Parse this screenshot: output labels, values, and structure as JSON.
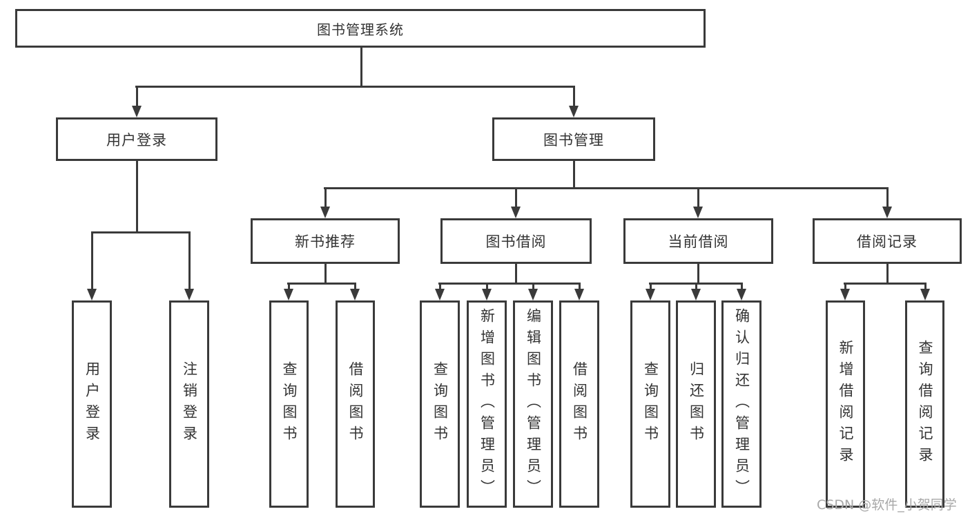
{
  "tree": {
    "label": "图书管理系统",
    "children": [
      {
        "label": "用户登录",
        "children": [
          {
            "label": "用户登录"
          },
          {
            "label": "注销登录"
          }
        ]
      },
      {
        "label": "图书管理",
        "children": [
          {
            "label": "新书推荐",
            "children": [
              {
                "label": "查询图书"
              },
              {
                "label": "借阅图书"
              }
            ]
          },
          {
            "label": "图书借阅",
            "children": [
              {
                "label": "查询图书"
              },
              {
                "label": "新增图书（管理员）"
              },
              {
                "label": "编辑图书（管理员）"
              },
              {
                "label": "借阅图书"
              }
            ]
          },
          {
            "label": "当前借阅",
            "children": [
              {
                "label": "查询图书"
              },
              {
                "label": "归还图书"
              },
              {
                "label": "确认归还（管理员）"
              }
            ]
          },
          {
            "label": "借阅记录",
            "children": [
              {
                "label": "新增借阅记录"
              },
              {
                "label": "查询借阅记录"
              }
            ]
          }
        ]
      }
    ]
  },
  "watermark": {
    "text": "CSDN @软件_小贺同学"
  },
  "colors": {
    "line": "#3a3a3a",
    "text": "#333333",
    "watermark_text": "#a8a8a8",
    "background": "#ffffff"
  }
}
